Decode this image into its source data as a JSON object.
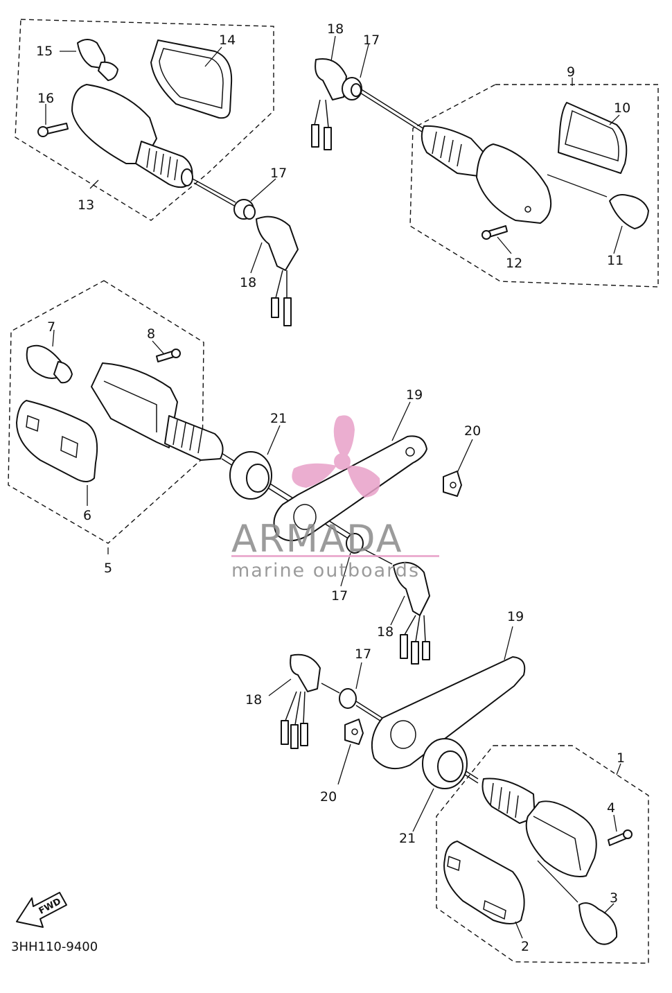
{
  "diagram": {
    "part_code": "3HH110-9400",
    "fwd_label": "FWD",
    "colors": {
      "line": "#111111",
      "watermark_pink": "#e8a0c8",
      "watermark_text": "#8a8a8a"
    },
    "callouts": {
      "c1": "1",
      "c2": "2",
      "c3": "3",
      "c4": "4",
      "c5": "5",
      "c6": "6",
      "c7": "7",
      "c8": "8",
      "c9": "9",
      "c10": "10",
      "c11": "11",
      "c12": "12",
      "c13": "13",
      "c14": "14",
      "c15": "15",
      "c16": "16",
      "c17a": "17",
      "c17b": "17",
      "c17c": "17",
      "c17d": "17",
      "c18a": "18",
      "c18b": "18",
      "c18c": "18",
      "c18d": "18",
      "c19a": "19",
      "c19b": "19",
      "c20a": "20",
      "c20b": "20",
      "c21a": "21",
      "c21b": "21"
    }
  },
  "watermark": {
    "brand": "ARMADA",
    "tagline": "marine outboards",
    "logo_icon": "propeller-icon"
  }
}
